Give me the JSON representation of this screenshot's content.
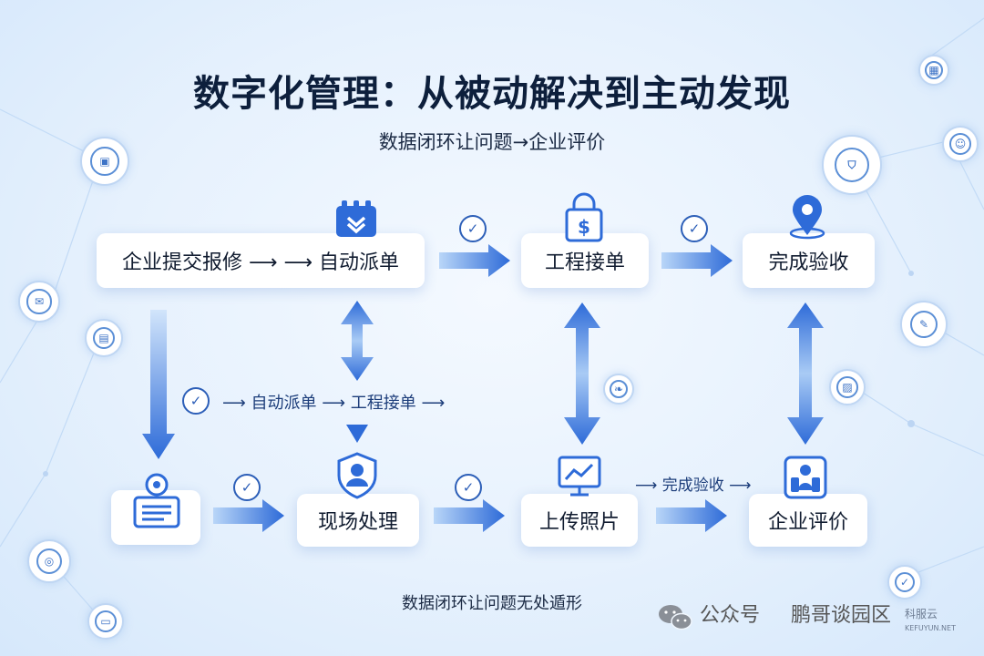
{
  "header": {
    "title": "数字化管理：从被动解决到主动发现",
    "subtitle": "数据闭环让问题→企业评价"
  },
  "nodes": {
    "submit_dispatch": "企业提交报修 ⟶ ⟶ 自动派单",
    "eng_accept": "工程接单",
    "acceptance": "完成验收",
    "onsite": "现场处理",
    "upload": "上传照片",
    "evaluation": "企业评价"
  },
  "flows": {
    "middle": "⟶ 自动派单 ⟶ 工程接单 ⟶",
    "upper_right": "⟶ 完成验收 ⟶"
  },
  "footer": "数据闭环让问题无处遁形",
  "watermark": {
    "wechat": "公众号",
    "name": "鹏哥谈园区",
    "brand": "科服云",
    "brand_sub": "KEFUYUN.NET"
  },
  "colors": {
    "accent": "#2e6bd8",
    "arrow_light": "#9cc2f3",
    "title": "#0d1f3c"
  },
  "icons": [
    "calendar-icon",
    "lock-icon",
    "location-pin-icon",
    "form-pin-icon",
    "shield-user-icon",
    "chart-monitor-icon",
    "people-icon"
  ]
}
